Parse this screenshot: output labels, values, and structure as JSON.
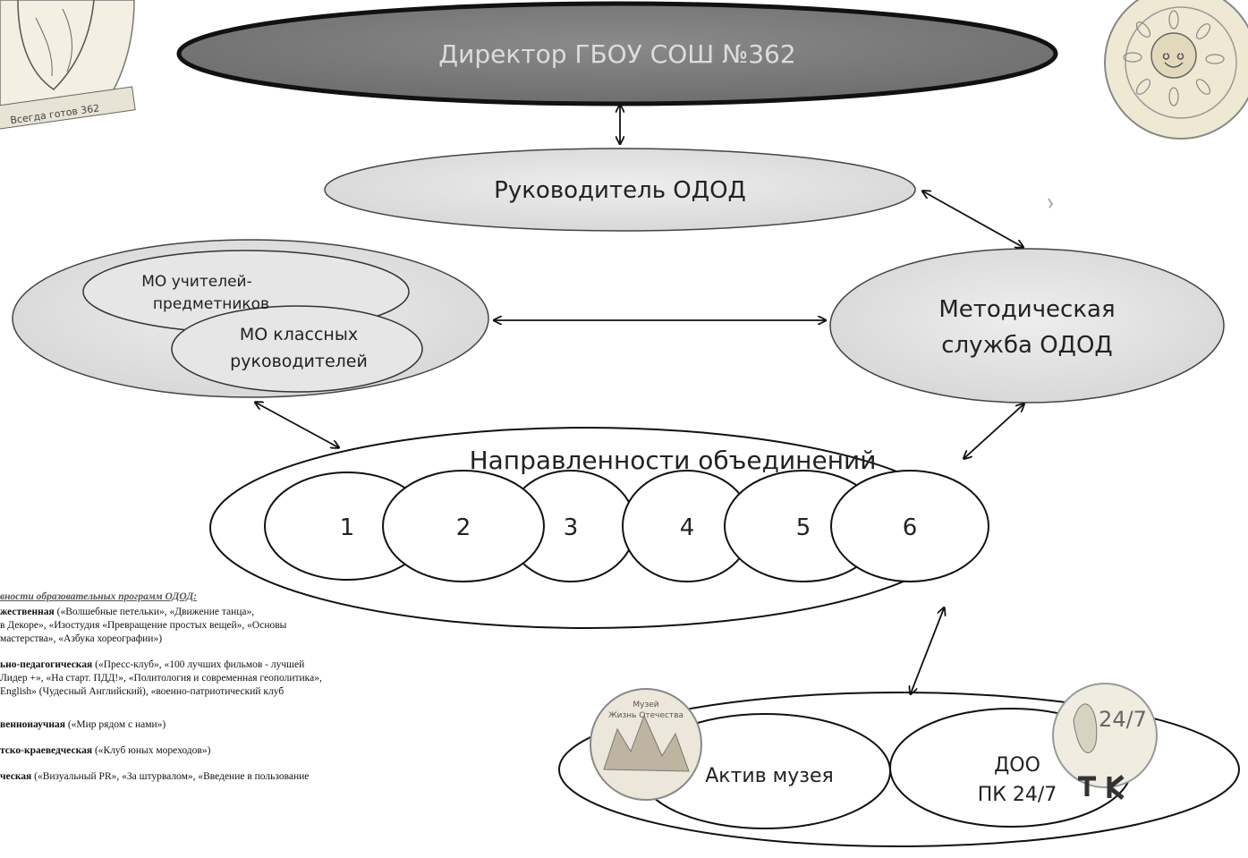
{
  "director": {
    "label": "Директор ГБОУ СОШ №362"
  },
  "head": {
    "label": "Руководитель ОДОД"
  },
  "mo": {
    "teachers": [
      "МО учителей-",
      "предметников"
    ],
    "class_leaders": [
      "МО классных",
      "руководителей"
    ]
  },
  "method": {
    "lines": [
      "Методическая",
      "служба ОДОД"
    ]
  },
  "directions": {
    "title": "Направленности объединений",
    "numbers": [
      "1",
      "2",
      "3",
      "4",
      "5",
      "6"
    ]
  },
  "bottom": {
    "museum": "Актив музея",
    "doo": [
      "ДОО",
      "ПК 24/7"
    ]
  },
  "seals": {
    "left_text": "Всегда готов 362",
    "museum_text": [
      "Музей",
      "Жизнь Отечества"
    ],
    "right_text": "24/7"
  },
  "legend": {
    "heading": "вности образовательных программ ОДОД:",
    "items": [
      {
        "bold": "жественная",
        "lines": [
          "(«Волшебные петельки», «Движение танца»,",
          "в Декоре», «Изостудия «Превращение простых вещей», «Основы",
          "мастерства», «Азбука хореографии»)"
        ]
      },
      {
        "bold": "ьно-педагогическая",
        "lines": [
          "(«Пресс-клуб», «100 лучших фильмов - лучшей",
          "Лидер +», «На старт. ПДД!», «Политология и современная геополитика»,",
          "English» (Чудесный Английский), «военно-патриотический клуб"
        ]
      },
      {
        "bold": "венноиаучная",
        "lines": [
          "(«Мир рядом с нами»)"
        ]
      },
      {
        "bold": "тско-краеведческая",
        "lines": [
          "(«Клуб юных мореходов»)"
        ]
      },
      {
        "bold": "ческая",
        "lines": [
          "(«Визуальный PR», «За штурвалом», «Введение в пользование"
        ]
      }
    ]
  }
}
